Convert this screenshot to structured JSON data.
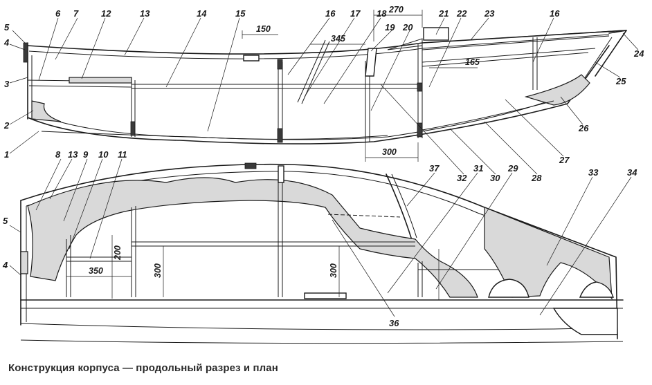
{
  "caption": "Конструкция корпуса — продольный разрез и план",
  "callouts_top": [
    "6",
    "7",
    "12",
    "13",
    "14",
    "15",
    "16",
    "17",
    "18",
    "19",
    "20",
    "21",
    "22",
    "23",
    "16",
    "24",
    "25",
    "26",
    "27",
    "28",
    "30",
    "32",
    "5",
    "4",
    "3",
    "2",
    "1"
  ],
  "callouts_bottom": [
    "8",
    "13",
    "9",
    "10",
    "11",
    "37",
    "31",
    "29",
    "33",
    "34",
    "5",
    "4",
    "36"
  ],
  "dimensions": {
    "d150": "150",
    "d270": "270",
    "d345": "345",
    "d165": "165",
    "d300_top": "300",
    "d200": "200",
    "d350": "350",
    "d300_a": "300",
    "d300_b": "300"
  },
  "colors": {
    "line": "#1a1a1a",
    "fill": "#d9d9d9",
    "background": "#ffffff"
  }
}
